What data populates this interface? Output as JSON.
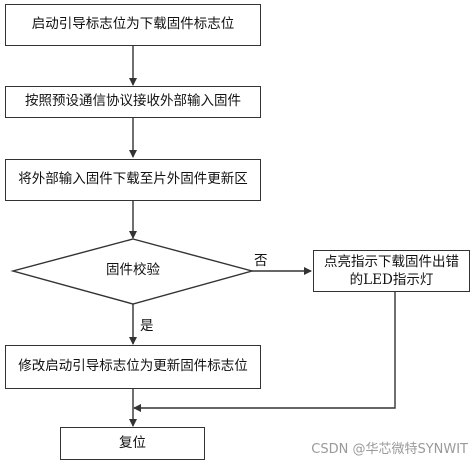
{
  "steps": {
    "step1": "启动引导标志位为下载固件标志位",
    "step2": "按照预设通信协议接收外部输入固件",
    "step3": "将外部输入固件下载至片外固件更新区",
    "decision": "固件校验",
    "error_line1": "点亮指示下载固件出错",
    "error_line2": "的LED指示灯",
    "step4": "修改启动引导标志位为更新固件标志位",
    "step5": "复位"
  },
  "branches": {
    "no": "否",
    "yes": "是"
  },
  "watermark": "CSDN @华芯微特SYNWIT"
}
